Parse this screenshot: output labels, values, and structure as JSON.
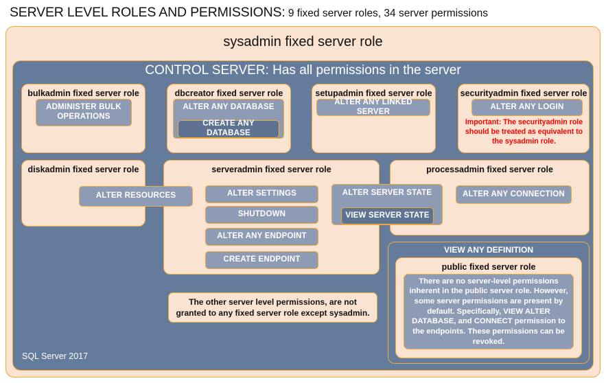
{
  "title": {
    "main": "SERVER LEVEL ROLES AND PERMISSIONS:",
    "sub": " 9 fixed server roles, 34 server permissions"
  },
  "frames": {
    "sysadmin_label": "sysadmin fixed server role",
    "control_label": "CONTROL SERVER: Has all permissions in the server",
    "view_any_definition": "VIEW ANY DEFINITION"
  },
  "roles": {
    "bulkadmin": {
      "title": "bulkadmin fixed server role",
      "permissions": [
        "ADMINISTER  BULK OPERATIONS"
      ]
    },
    "dbcreator": {
      "title": "dbcreator fixed server role",
      "permissions": [
        "ALTER ANY DATABASE",
        "CREATE  ANY DATABASE"
      ]
    },
    "setupadmin": {
      "title": "setupadmin fixed server role",
      "permissions": [
        "ALTER ANY LINKED SERVER"
      ]
    },
    "securityadmin": {
      "title": "securityadmin fixed server role",
      "permissions": [
        "ALTER ANY LOGIN"
      ],
      "note": "Important:  The securityadmin role should  be treated  as equivalent to the  sysadmin role."
    },
    "diskadmin": {
      "title": "diskadmin fixed server role",
      "permissions": [
        "ALTER RESOURCES"
      ]
    },
    "serveradmin": {
      "title": "serveradmin fixed server role",
      "permissions": [
        "ALTER SETTINGS",
        "SHUTDOWN",
        "ALTER ANY ENDPOINT",
        "CREATE  ENDPOINT",
        "ALTER  SERVER  STATE",
        "VIEW SERVER  STATE"
      ]
    },
    "processadmin": {
      "title": "processadmin fixed server role",
      "permissions": [
        "ALTER ANY CONNECTION"
      ]
    },
    "public": {
      "title": "public  fixed server role",
      "description": "There are no server-level permissions inherent in the public server role. However, some server permissions are present by default. Specifically, VIEW ALTER DATABASE, and CONNECT permission to the endpoints. These permissions can be revoked."
    }
  },
  "notes": {
    "other_permissions": "The other server level permissions,  are not granted to any fixed server role except sysadmin."
  },
  "footer": {
    "label": "SQL Server 2017"
  },
  "colors": {
    "peach_fill": "#fbe3d2",
    "gold_border": "#f0a93c",
    "slate_panel": "#647b9c",
    "chip_fill": "#8e9bb4",
    "chip_dark_fill": "#5e7391",
    "warning_red": "#ff0000"
  }
}
